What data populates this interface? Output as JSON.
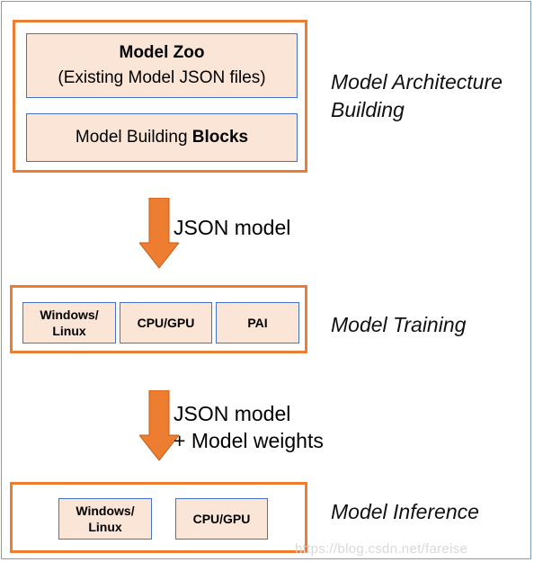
{
  "colors": {
    "stage_border": "#ed7d31",
    "block_fill": "#fbe5d6",
    "block_border": "#4472c4",
    "arrow_fill": "#ed7d31"
  },
  "architecture": {
    "zoo_title": "Model Zoo",
    "zoo_subtitle": "(Existing Model JSON files)",
    "blocks_prefix": "Model Building ",
    "blocks_bold": "Blocks",
    "label_line1": "Model Architecture",
    "label_line2": "Building"
  },
  "arrow1": {
    "line1": "JSON model"
  },
  "training": {
    "platform_line1": "Windows/",
    "platform_line2": "Linux",
    "hardware": "CPU/GPU",
    "pai": "PAI",
    "label": "Model Training"
  },
  "arrow2": {
    "line1": "JSON model",
    "line2": "+ Model weights"
  },
  "inference": {
    "platform_line1": "Windows/",
    "platform_line2": "Linux",
    "hardware": "CPU/GPU",
    "label": "Model Inference"
  },
  "watermark": "https://blog.csdn.net/fareise"
}
